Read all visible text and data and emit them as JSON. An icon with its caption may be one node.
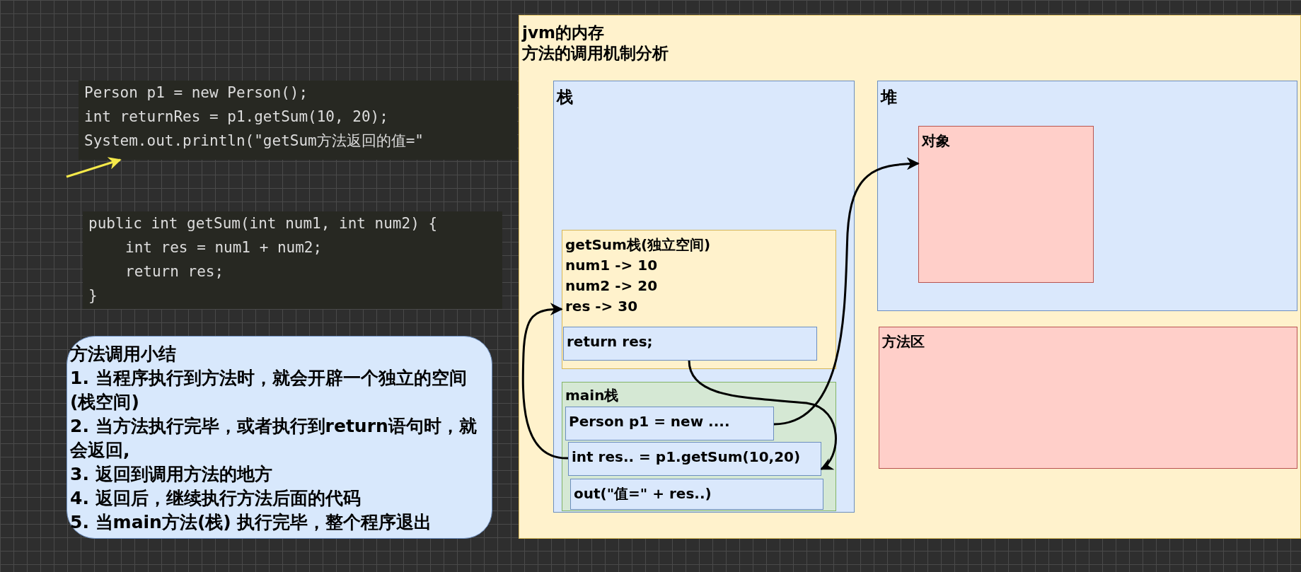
{
  "diagram": {
    "nodes": [
      {
        "text": [
          "Person p1 = new Person();",
          "int returnRes = p1.getSum(10, 20);",
          "System.out.println(\"getSum方法返回的值=\""
        ]
      },
      {
        "text": [
          "public int getSum(int num1, int num2) {",
          "int res = num1 + num2;",
          "return res;",
          "}"
        ]
      },
      {
        "text": [
          "方法调用小结",
          "1. 当程序执行到方法时，就会开辟一个独立的空间(栈空间)",
          "2. 当方法执行完毕，或者执行到return语句时，就会返回,",
          "3. 返回到调用方法的地方",
          "4. 返回后，继续执行方法后面的代码",
          "5. 当main方法(栈) 执行完毕，整个程序退出"
        ]
      },
      {
        "text": [
          "jvm的内存",
          "方法的调用机制分析"
        ]
      },
      {
        "text": [
          "栈"
        ],
        "in": 3
      },
      {
        "text": [
          "getSum栈(独立空间)",
          "num1 -> 10",
          "num2 -> 20",
          "res -> 30"
        ],
        "in": 4
      },
      {
        "text": [
          "return res;"
        ],
        "in": 5
      },
      {
        "text": [
          "main栈"
        ],
        "in": 4
      },
      {
        "text": [
          "Person p1 = new ...."
        ],
        "in": 7
      },
      {
        "text": [
          "int res.. = p1.getSum(10,20)"
        ],
        "in": 7
      },
      {
        "text": [
          "out(\"值=\" + res..)"
        ],
        "in": 7
      },
      {
        "text": [
          "堆"
        ],
        "in": 3
      },
      {
        "text": [
          "对象"
        ],
        "in": 11
      },
      {
        "text": [
          "方法区"
        ],
        "in": 3
      }
    ],
    "edges": [
      {
        "from": null,
        "to": 0,
        "arrow": "to",
        "color": "#f5e94a"
      },
      {
        "from": 8,
        "to": 12,
        "arrow": "to"
      },
      {
        "from": 9,
        "to": 5,
        "arrow": "to"
      },
      {
        "from": 6,
        "to": 9,
        "arrow": "to"
      }
    ]
  }
}
